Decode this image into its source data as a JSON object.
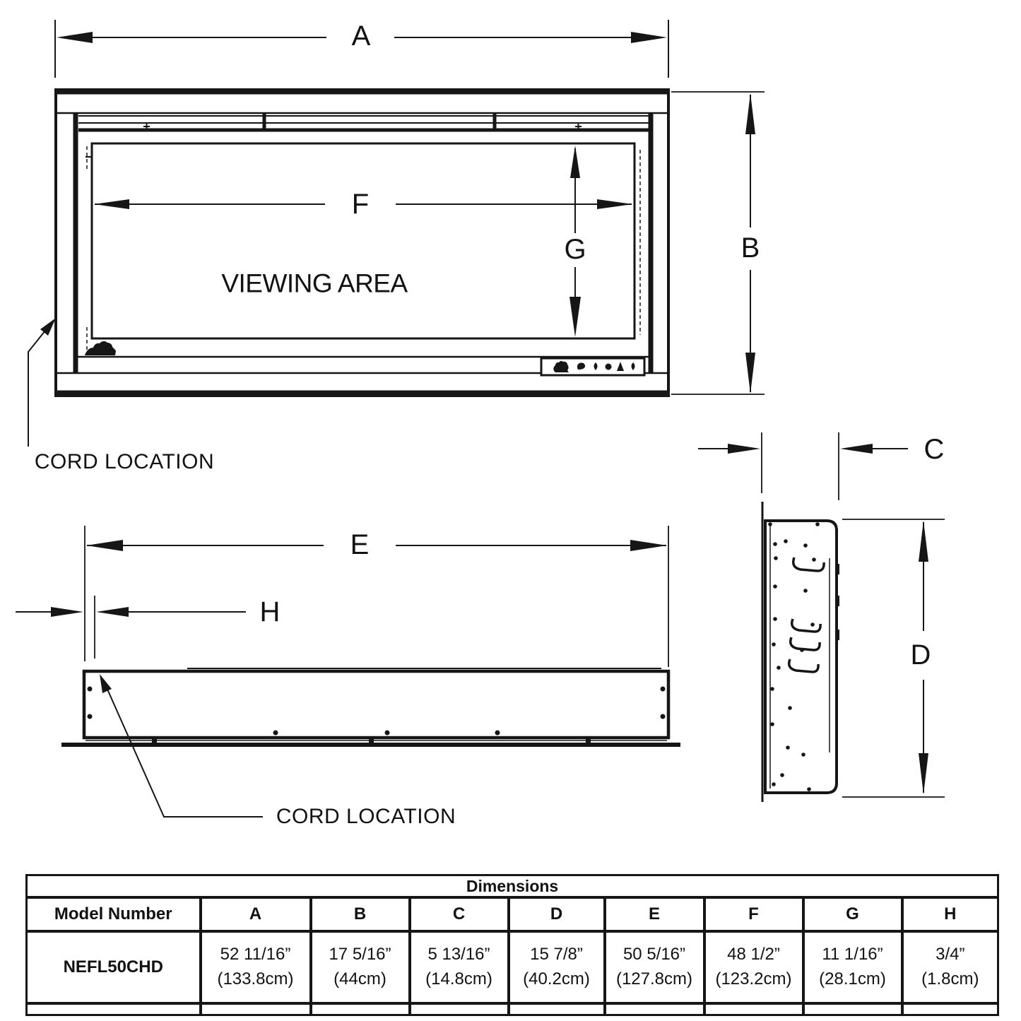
{
  "diagram": {
    "dimension_labels": {
      "A": "A",
      "B": "B",
      "C": "C",
      "D": "D",
      "E": "E",
      "F": "F",
      "G": "G",
      "H": "H"
    },
    "front_view": {
      "viewing_area": "VIEWING AREA",
      "cord_location": "CORD LOCATION"
    },
    "top_view": {
      "cord_location": "CORD LOCATION"
    }
  },
  "table": {
    "title": "Dimensions",
    "columns": [
      "Model Number",
      "A",
      "B",
      "C",
      "D",
      "E",
      "F",
      "G",
      "H"
    ],
    "rows": [
      {
        "model": "NEFL50CHD",
        "values": [
          {
            "inches": "52 11/16”",
            "metric": "(133.8cm)"
          },
          {
            "inches": "17 5/16”",
            "metric": "(44cm)"
          },
          {
            "inches": "5 13/16”",
            "metric": "(14.8cm)"
          },
          {
            "inches": "15 7/8”",
            "metric": "(40.2cm)"
          },
          {
            "inches": "50 5/16”",
            "metric": "(127.8cm)"
          },
          {
            "inches": "48 1/2”",
            "metric": "(123.2cm)"
          },
          {
            "inches": "11 1/16”",
            "metric": "(28.1cm)"
          },
          {
            "inches": "3/4”",
            "metric": "(1.8cm)"
          }
        ]
      }
    ]
  }
}
